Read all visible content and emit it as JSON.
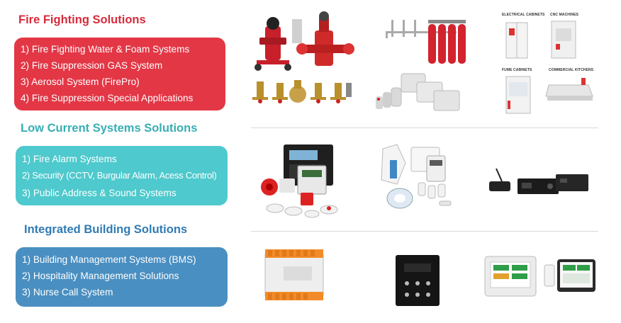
{
  "fire": {
    "heading": "Fire Fighting Solutions",
    "color": "#e33746",
    "items": [
      "1) Fire Fighting Water & Foam Systems",
      "2) Fire Suppression GAS System",
      "3) Aerosol System (FirePro)",
      "4) Fire Suppression Special Applications"
    ]
  },
  "low_current": {
    "heading": "Low Current Systems Solutions",
    "color": "#4ec9cd",
    "items": [
      "1) Fire Alarm Systems",
      "2) Security (CCTV, Burgular Alarm, Acess Control)",
      "3) Public Address & Sound Systems"
    ]
  },
  "integrated": {
    "heading": "Integrated Building Solutions",
    "color": "#4a8fc1",
    "items": [
      "1) Building Management Systems (BMS)",
      "2) Hospitality Management Solutions",
      "3) Nurse Call System"
    ]
  },
  "applications": {
    "electrical": "ELECTRICAL CABINETS",
    "cnc": "CNC MACHINES",
    "fume": "FUME CABINETS",
    "kitchens": "COMMERCIAL KITCHENS"
  }
}
